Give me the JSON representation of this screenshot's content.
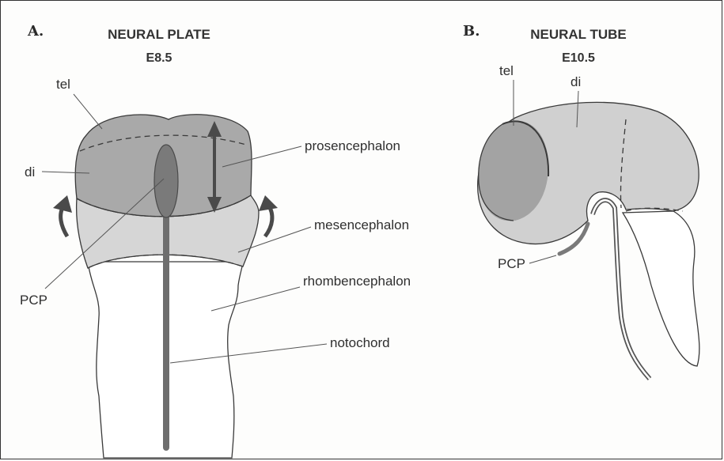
{
  "panel_a": {
    "letter": "A.",
    "title": "NEURAL PLATE",
    "stage": "E8.5",
    "labels": {
      "tel": "tel",
      "di": "di",
      "pcp": "PCP",
      "prosencephalon": "prosencephalon",
      "mesencephalon": "mesencephalon",
      "rhombencephalon": "rhombencephalon",
      "notochord": "notochord"
    }
  },
  "panel_b": {
    "letter": "B.",
    "title": "NEURAL TUBE",
    "stage": "E10.5",
    "labels": {
      "tel": "tel",
      "di": "di",
      "pcp": "PCP"
    }
  },
  "colors": {
    "prosencephalon_fill": "#a9a9a9",
    "mesencephalon_fill": "#d6d6d6",
    "notochord": "#6e6e6e",
    "pcp": "#7a7a7a",
    "arrow": "#4a4a4a"
  }
}
